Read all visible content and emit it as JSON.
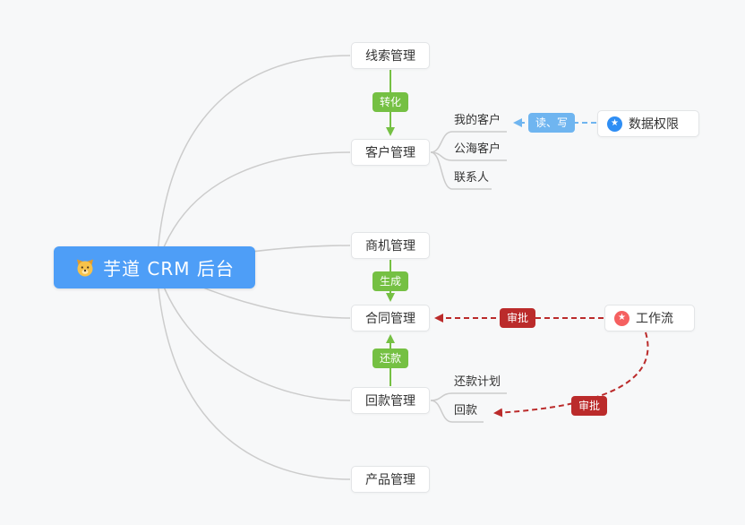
{
  "root": {
    "label": "芋道 CRM 后台",
    "icon": "dog-emoji"
  },
  "nodes": {
    "lead": {
      "label": "线索管理"
    },
    "customer": {
      "label": "客户管理"
    },
    "opportunity": {
      "label": "商机管理"
    },
    "contract": {
      "label": "合同管理"
    },
    "receivable": {
      "label": "回款管理"
    },
    "product": {
      "label": "产品管理"
    },
    "my_customer": {
      "label": "我的客户"
    },
    "public_customer": {
      "label": "公海客户"
    },
    "contact": {
      "label": "联系人"
    },
    "repay_plan": {
      "label": "还款计划"
    },
    "receipt": {
      "label": "回款"
    },
    "data_permission": {
      "label": "数据权限",
      "icon": "star-in-blue-circle"
    },
    "workflow": {
      "label": "工作流",
      "icon": "star-in-red-circle"
    }
  },
  "edges": {
    "convert": {
      "label": "转化"
    },
    "generate": {
      "label": "生成"
    },
    "repay": {
      "label": "还款"
    },
    "read_write": {
      "label": "读、写"
    },
    "approve_contract": {
      "label": "审批"
    },
    "approve_receipt": {
      "label": "审批"
    }
  },
  "icons": {
    "star": "★"
  },
  "colors": {
    "background": "#f7f8f9",
    "root_bg": "#4e9ef7",
    "node_bg": "#ffffff",
    "node_border": "#e3e5e7",
    "wire_gray": "#cccccc",
    "green": "#75c043",
    "light_blue": "#6fb5f0",
    "dark_red": "#bb2b2b",
    "icon_blue": "#2f8ef4",
    "icon_red": "#f56060",
    "text": "#333333"
  }
}
